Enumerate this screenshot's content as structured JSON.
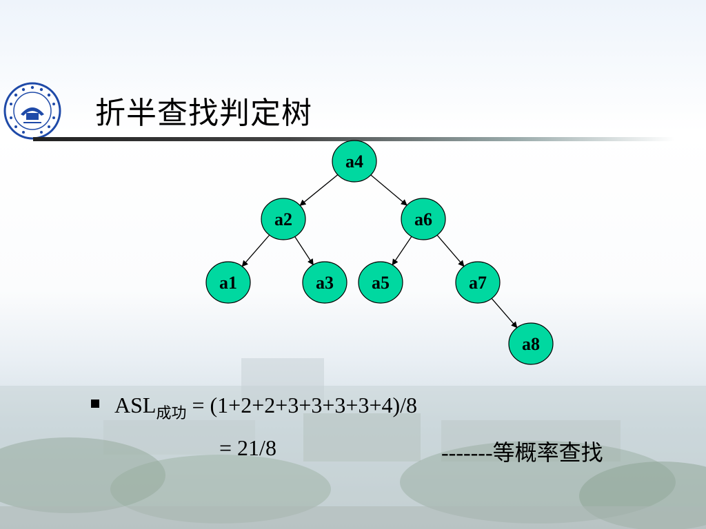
{
  "slide": {
    "title": "折半查找判定树"
  },
  "tree": {
    "node_fill": "#00d8a0",
    "nodes": [
      {
        "id": "a4",
        "label": "a4"
      },
      {
        "id": "a2",
        "label": "a2"
      },
      {
        "id": "a6",
        "label": "a6"
      },
      {
        "id": "a1",
        "label": "a1"
      },
      {
        "id": "a3",
        "label": "a3"
      },
      {
        "id": "a5",
        "label": "a5"
      },
      {
        "id": "a7",
        "label": "a7"
      },
      {
        "id": "a8",
        "label": "a8"
      }
    ],
    "edges": [
      [
        "a4",
        "a2"
      ],
      [
        "a4",
        "a6"
      ],
      [
        "a2",
        "a1"
      ],
      [
        "a2",
        "a3"
      ],
      [
        "a6",
        "a5"
      ],
      [
        "a6",
        "a7"
      ],
      [
        "a7",
        "a8"
      ]
    ]
  },
  "formula": {
    "asl_label": "ASL",
    "asl_subscript": "成功",
    "asl_expression": "= (1+2+2+3+3+3+3+4)/8",
    "result": "=  21/8",
    "note_dashes": "-------",
    "note_text": "等概率查找"
  }
}
